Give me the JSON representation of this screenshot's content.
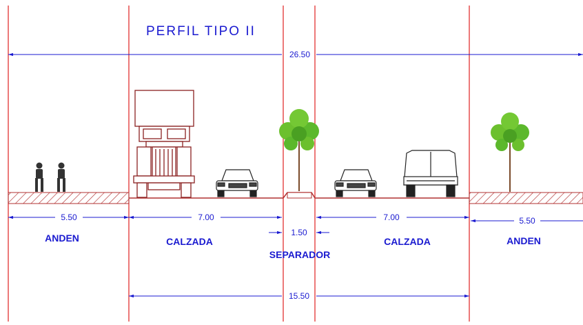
{
  "title": "PERFIL TIPO II",
  "dimensions": {
    "total": "26.50",
    "anden_left": "5.50",
    "calzada_left": "7.00",
    "separador": "1.50",
    "calzada_right": "7.00",
    "anden_right": "5.50",
    "subtotal": "15.50"
  },
  "labels": {
    "anden_left": "ANDEN",
    "calzada_left": "CALZADA",
    "separador": "SEPARADOR",
    "calzada_right": "CALZADA",
    "anden_right": "ANDEN"
  },
  "colors": {
    "section_line": "#e02020",
    "dimension": "#1a1ad0",
    "ground": "#b03030",
    "vehicle": "#222222",
    "tree": "#5cb82c"
  }
}
